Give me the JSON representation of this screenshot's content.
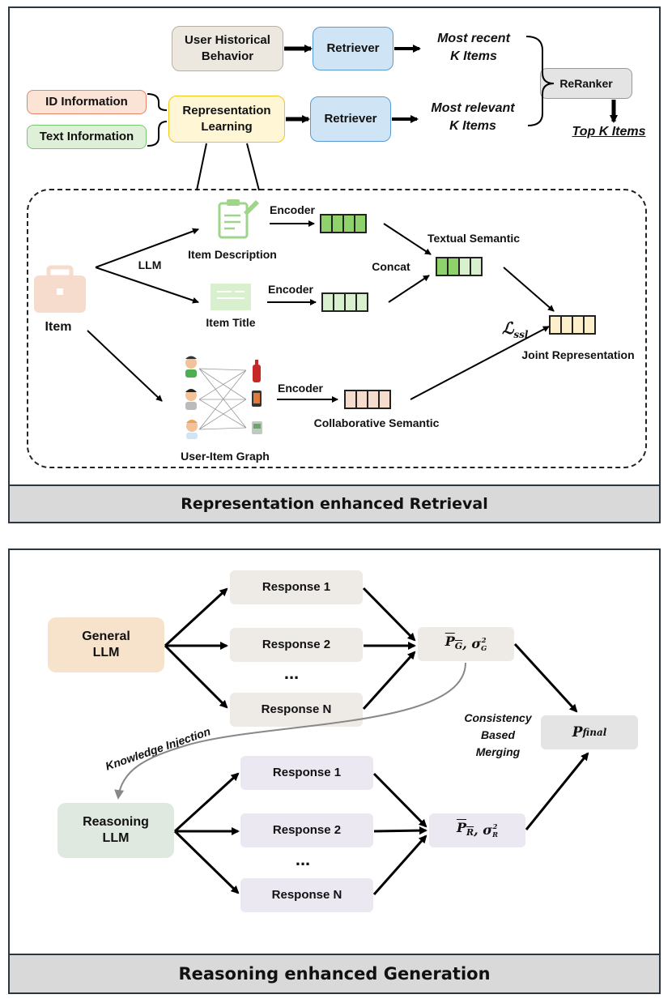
{
  "top": {
    "user_history": "User Historical\nBehavior",
    "retriever_1": "Retriever",
    "retriever_2": "Retriever",
    "id_info": "ID Information",
    "text_info": "Text Information",
    "repr_learning": "Representation\nLearning",
    "most_recent": "Most recent\nK Items",
    "most_relevant": "Most relevant\nK Items",
    "reranker": "ReRanker",
    "top_k": "Top K Items",
    "item": "Item",
    "llm": "LLM",
    "item_description": "Item Description",
    "item_title": "Item Title",
    "encoder_1": "Encoder",
    "encoder_2": "Encoder",
    "encoder_3": "Encoder",
    "concat": "Concat",
    "textual_semantic": "Textual Semantic",
    "loss_symbol": "ℒ",
    "loss_sub": "ssl",
    "joint_representation": "Joint Representation",
    "collaborative_semantic": "Collaborative Semantic",
    "user_item_graph": "User-Item Graph",
    "footer": "Representation enhanced Retrieval"
  },
  "bottom": {
    "general_llm": "General\nLLM",
    "reasoning_llm": "Reasoning\nLLM",
    "general_responses": [
      "Response 1",
      "Response 2",
      "Response N"
    ],
    "reasoning_responses": [
      "Response 1",
      "Response 2",
      "Response N"
    ],
    "ellipsis": "...",
    "pg_symbol": "P",
    "pg_sub": "G",
    "sigma_sym": "σ",
    "sigma_sup": "2",
    "pr_symbol": "P",
    "pr_sub": "R",
    "pfinal_symbol": "P",
    "pfinal_sub": "final",
    "consistency": "Consistency\nBased\nMerging",
    "knowledge_injection": "Knowledge Injection",
    "footer": "Reasoning enhanced Generation"
  },
  "colors": {
    "tan": "#ece7df",
    "blue": "#cfe4f5",
    "blue_border": "#5a9bd5",
    "peach": "#fbe3d6",
    "peach_border": "#e8826a",
    "green": "#dff0d8",
    "green_border": "#7cc576",
    "yellow": "#fff6d5",
    "yellow_border": "#f0c419",
    "gray": "#e4e4e4",
    "vec_green": "#8fd16a",
    "vec_light_green": "#d9f0cf",
    "vec_peach": "#f6dccc",
    "vec_yellow": "#fdefc9",
    "orange_llm": "#f7e2cc",
    "green_llm": "#e0e9e0",
    "resp_gray": "#eeebe7",
    "resp_purple": "#ebe8f1"
  }
}
